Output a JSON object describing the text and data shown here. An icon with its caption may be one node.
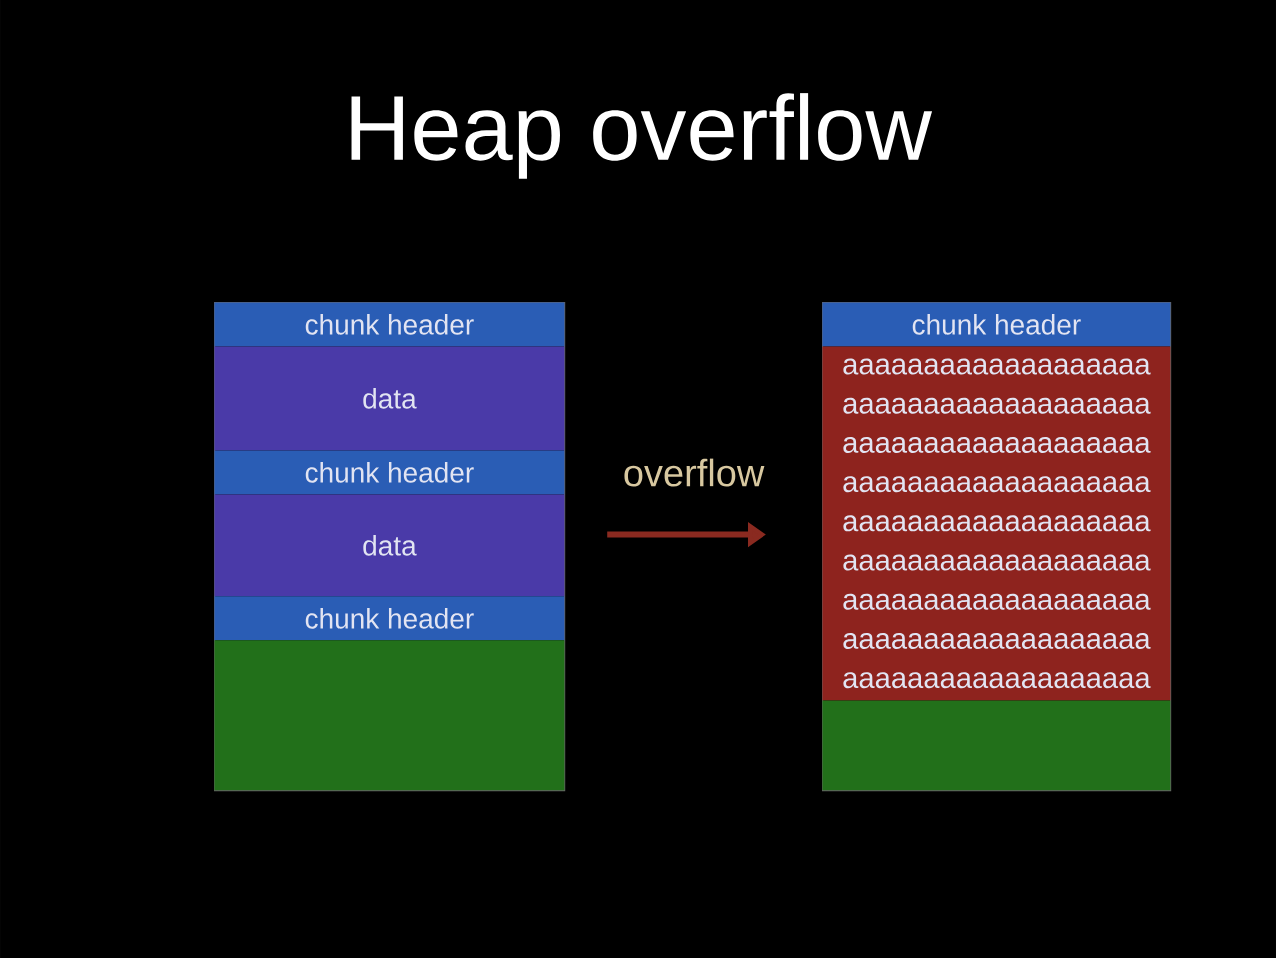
{
  "diagram": {
    "title": "Heap overflow",
    "nodes": [
      {
        "text": [],
        "shape": "box"
      },
      {
        "text": [
          "chunk header"
        ],
        "in": 0
      },
      {
        "text": [
          "data"
        ],
        "in": 0
      },
      {
        "text": [
          "chunk header"
        ],
        "in": 0
      },
      {
        "text": [
          "data"
        ],
        "in": 0
      },
      {
        "text": [
          "chunk header"
        ],
        "in": 0
      },
      {
        "text": [],
        "shape": "box",
        "in": 0
      },
      {
        "text": [],
        "shape": "box"
      },
      {
        "text": [
          "chunk header"
        ],
        "in": 7
      },
      {
        "text": [
          "aaaaaaaaaaaaaaaaaaa aaaaaaaaaaaaaaaaaaa aaaaaaaaaaaaaaaaaaa aaaaaaaaaaaaaaaaaaa aaaaaaaaaaaaaaaaaaa aaaaaaaaaaaaaaaaaaa aaaaaaaaaaaaaaaaaaa aaaaaaaaaaaaaaaaaaa aaaaaaaaaaaaaaaaaaa"
        ],
        "in": 7
      },
      {
        "text": [],
        "shape": "box",
        "in": 7
      }
    ],
    "edges": [
      {
        "from": 0,
        "to": 7,
        "arrow": "to",
        "label": "overflow"
      }
    ]
  }
}
